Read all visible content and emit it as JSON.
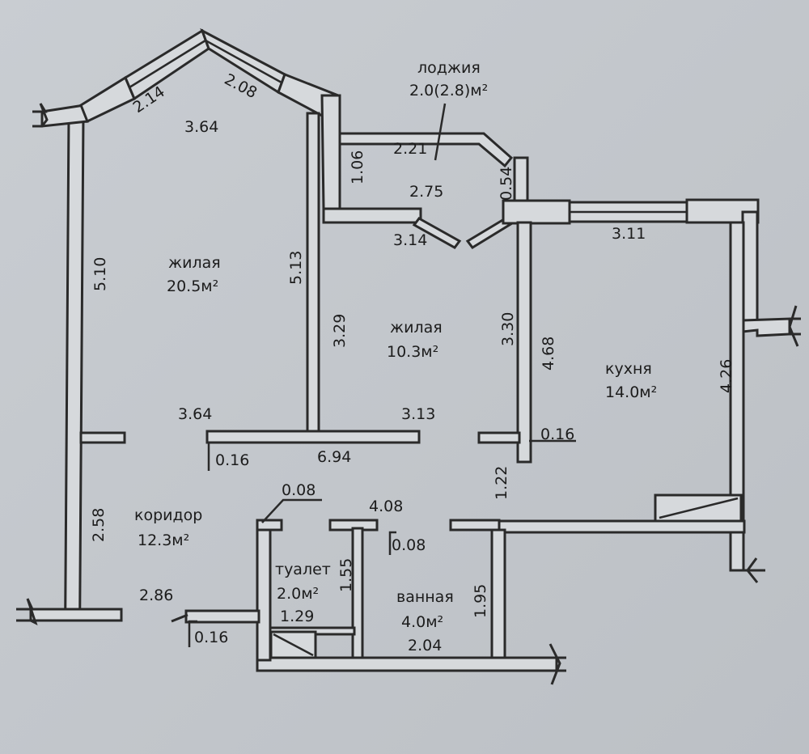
{
  "rooms": {
    "living1": {
      "name": "жилая",
      "area": "20.5м²"
    },
    "living2": {
      "name": "жилая",
      "area": "10.3м²"
    },
    "kitchen": {
      "name": "кухня",
      "area": "14.0м²"
    },
    "loggia": {
      "name": "лоджия",
      "area": "2.0(2.8)м²"
    },
    "corridor": {
      "name": "коридор",
      "area": "12.3м²"
    },
    "toilet": {
      "name": "туалет",
      "area": "2.0м²"
    },
    "bathroom": {
      "name": "ванная",
      "area": "4.0м²"
    }
  },
  "dimensions": {
    "d_2_14": "2.14",
    "d_2_08": "2.08",
    "d_3_64_top": "3.64",
    "d_1_06": "1.06",
    "d_2_21": "2.21",
    "d_0_54": "0.54",
    "d_2_75": "2.75",
    "d_3_14": "3.14",
    "d_3_11": "3.11",
    "d_5_10": "5.10",
    "d_5_13": "5.13",
    "d_3_29": "3.29",
    "d_3_30": "3.30",
    "d_4_68": "4.68",
    "d_4_26": "4.26",
    "d_3_64_mid": "3.64",
    "d_3_13": "3.13",
    "d_0_16_a": "0.16",
    "d_6_94": "6.94",
    "d_0_16_b": "0.16",
    "d_1_22": "1.22",
    "d_0_08_a": "0.08",
    "d_4_08": "4.08",
    "d_0_08_b": "0.08",
    "d_2_58": "2.58",
    "d_1_55": "1.55",
    "d_1_95": "1.95",
    "d_2_86": "2.86",
    "d_1_29": "1.29",
    "d_0_16_c": "0.16",
    "d_2_04": "2.04"
  }
}
